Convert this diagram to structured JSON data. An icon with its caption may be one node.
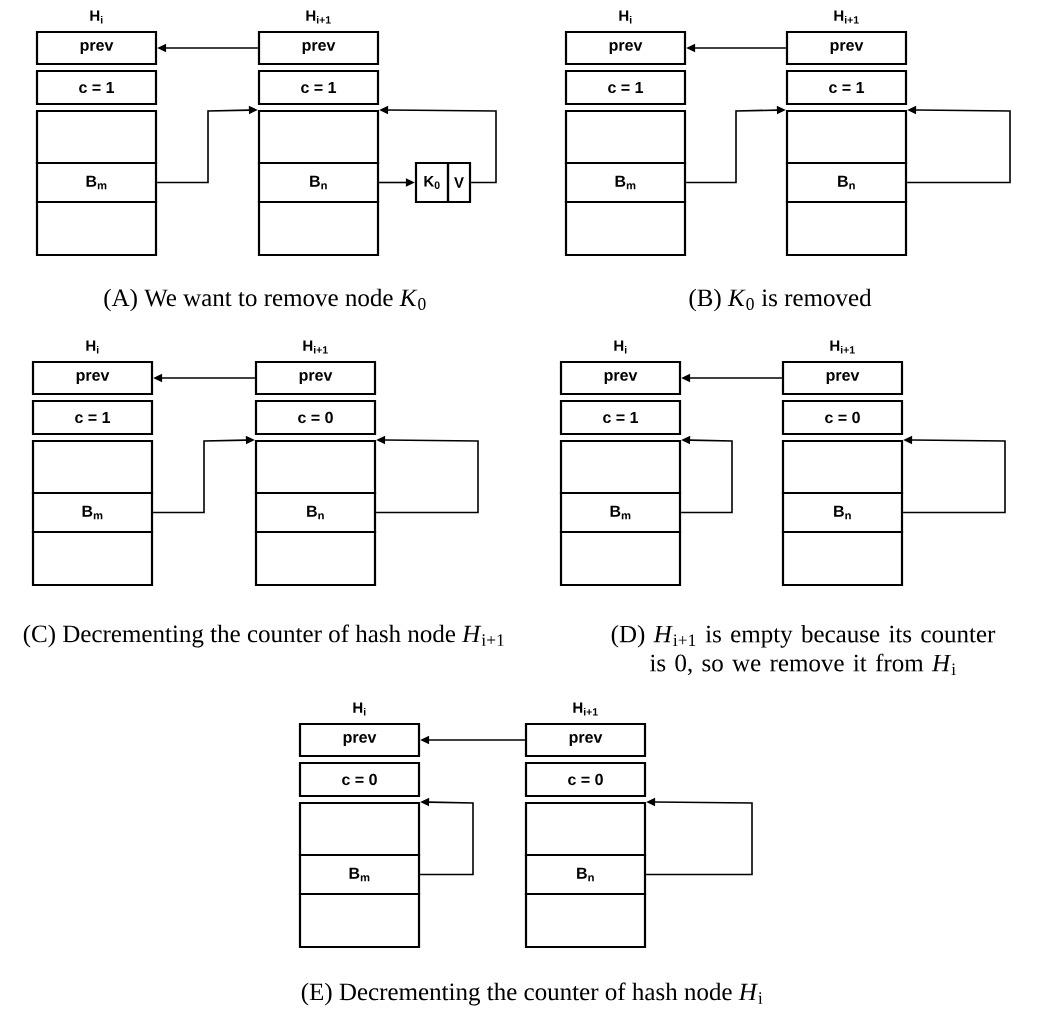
{
  "diagram": {
    "nodes": [
      {
        "text": [
          "H$_{i}$",
          "prev"
        ]
      },
      {
        "text": [
          "c = 1"
        ]
      },
      {
        "text": [],
        "shape": "box"
      },
      {
        "text": [
          "B$_{m}$"
        ]
      },
      {
        "text": [],
        "shape": "box"
      },
      {
        "text": [
          "H$_{i+1}$",
          "prev"
        ]
      },
      {
        "text": [
          "c = 1"
        ]
      },
      {
        "text": [],
        "shape": "box"
      },
      {
        "text": [
          "B$_{n}$"
        ]
      },
      {
        "text": [],
        "shape": "box"
      },
      {
        "text": [
          "K$_{0}$"
        ]
      },
      {
        "text": [
          "V"
        ]
      },
      {
        "text": [
          "H$_{i}$",
          "prev"
        ]
      },
      {
        "text": [
          "c = 1"
        ]
      },
      {
        "text": [],
        "shape": "box"
      },
      {
        "text": [
          "B$_{m}$"
        ]
      },
      {
        "text": [],
        "shape": "box"
      },
      {
        "text": [
          "H$_{i+1}$",
          "prev"
        ]
      },
      {
        "text": [
          "c = 1"
        ]
      },
      {
        "text": [],
        "shape": "box"
      },
      {
        "text": [
          "B$_{n}$"
        ]
      },
      {
        "text": [],
        "shape": "box"
      },
      {
        "text": [
          "H$_{i}$",
          "prev"
        ]
      },
      {
        "text": [
          "c = 1"
        ]
      },
      {
        "text": [],
        "shape": "box"
      },
      {
        "text": [
          "B$_{m}$"
        ]
      },
      {
        "text": [],
        "shape": "box"
      },
      {
        "text": [
          "H$_{i+1}$",
          "prev"
        ]
      },
      {
        "text": [
          "c = 0"
        ]
      },
      {
        "text": [],
        "shape": "box"
      },
      {
        "text": [
          "B$_{n}$"
        ]
      },
      {
        "text": [],
        "shape": "box"
      },
      {
        "text": [
          "H$_{i}$",
          "prev"
        ]
      },
      {
        "text": [
          "c = 1"
        ]
      },
      {
        "text": [],
        "shape": "box"
      },
      {
        "text": [
          "B$_{m}$"
        ]
      },
      {
        "text": [],
        "shape": "box"
      },
      {
        "text": [
          "H$_{i+1}$",
          "prev"
        ]
      },
      {
        "text": [
          "c = 0"
        ]
      },
      {
        "text": [],
        "shape": "box"
      },
      {
        "text": [
          "B$_{n}$"
        ]
      },
      {
        "text": [],
        "shape": "box"
      },
      {
        "text": [
          "H$_{i}$",
          "prev"
        ]
      },
      {
        "text": [
          "c = 0"
        ]
      },
      {
        "text": [],
        "shape": "box"
      },
      {
        "text": [
          "B$_{m}$"
        ]
      },
      {
        "text": [],
        "shape": "box"
      },
      {
        "text": [
          "H$_{i+1}$",
          "prev"
        ]
      },
      {
        "text": [
          "c = 0"
        ]
      },
      {
        "text": [],
        "shape": "box"
      },
      {
        "text": [
          "B$_{n}$"
        ]
      },
      {
        "text": [],
        "shape": "box"
      }
    ],
    "edges": [
      {
        "from": 5,
        "to": 0,
        "arrow": "to"
      },
      {
        "from": 3,
        "to": 7,
        "arrow": "to"
      },
      {
        "from": 8,
        "to": 10,
        "arrow": "to"
      },
      {
        "from": 11,
        "to": 7,
        "arrow": "to"
      },
      {
        "from": 17,
        "to": 12,
        "arrow": "to"
      },
      {
        "from": 15,
        "to": 19,
        "arrow": "to"
      },
      {
        "from": 20,
        "to": 19,
        "arrow": "to"
      },
      {
        "from": 27,
        "to": 22,
        "arrow": "to"
      },
      {
        "from": 25,
        "to": 29,
        "arrow": "to"
      },
      {
        "from": 30,
        "to": 29,
        "arrow": "to"
      },
      {
        "from": 37,
        "to": 32,
        "arrow": "to"
      },
      {
        "from": 35,
        "to": 34,
        "arrow": "to"
      },
      {
        "from": 40,
        "to": 39,
        "arrow": "to"
      },
      {
        "from": 47,
        "to": 42,
        "arrow": "to"
      },
      {
        "from": 45,
        "to": 44,
        "arrow": "to"
      },
      {
        "from": 50,
        "to": 49,
        "arrow": "to"
      }
    ],
    "labels": [
      "(A) We want to remove node *K*$_{0}$",
      "(B) *K*$_{0}$ is removed",
      "(C) Decrementing the counter of hash node *H*$_{i+1}$",
      "(D) *H*$_{i+1}$ is empty because its counter is 0, so we remove it from *H*$_{i}$",
      "(E) Decrementing the counter of hash node *H*$_{i}$"
    ]
  }
}
